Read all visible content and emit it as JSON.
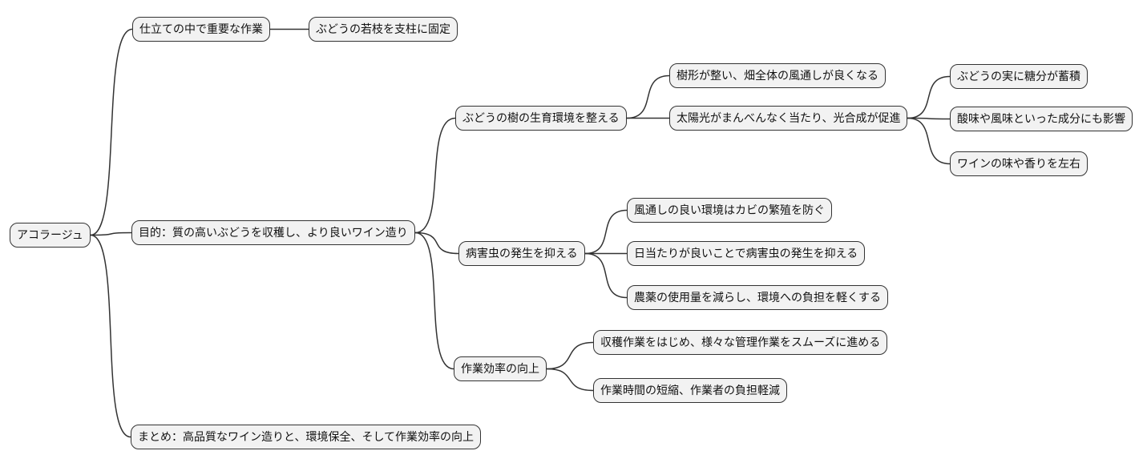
{
  "diagram": {
    "type": "mindmap",
    "background": "#ffffff",
    "node_fill": "#f2f2f2",
    "node_border": "#333333",
    "edge_color": "#333333",
    "nodes": [
      {
        "id": "n0",
        "label": "アコラージュ"
      },
      {
        "id": "n1",
        "label": "仕立ての中で重要な作業"
      },
      {
        "id": "n2",
        "label": "ぶどうの若枝を支柱に固定"
      },
      {
        "id": "n3",
        "label": "目的：質の高いぶどうを収穫し、より良いワイン造り"
      },
      {
        "id": "n4",
        "label": "ぶどうの樹の生育環境を整える"
      },
      {
        "id": "n5",
        "label": "樹形が整い、畑全体の風通しが良くなる"
      },
      {
        "id": "n6",
        "label": "太陽光がまんべんなく当たり、光合成が促進"
      },
      {
        "id": "n7",
        "label": "ぶどうの実に糖分が蓄積"
      },
      {
        "id": "n8",
        "label": "酸味や風味といった成分にも影響"
      },
      {
        "id": "n9",
        "label": "ワインの味や香りを左右"
      },
      {
        "id": "n10",
        "label": "病害虫の発生を抑える"
      },
      {
        "id": "n11",
        "label": "風通しの良い環境はカビの繁殖を防ぐ"
      },
      {
        "id": "n12",
        "label": "日当たりが良いことで病害虫の発生を抑える"
      },
      {
        "id": "n13",
        "label": "農薬の使用量を減らし、環境への負担を軽くする"
      },
      {
        "id": "n14",
        "label": "作業効率の向上"
      },
      {
        "id": "n15",
        "label": "収穫作業をはじめ、様々な管理作業をスムーズに進める"
      },
      {
        "id": "n16",
        "label": "作業時間の短縮、作業者の負担軽減"
      },
      {
        "id": "n17",
        "label": "まとめ：高品質なワイン造りと、環境保全、そして作業効率の向上"
      }
    ],
    "edges": [
      {
        "from": "n0",
        "to": "n1"
      },
      {
        "from": "n1",
        "to": "n2"
      },
      {
        "from": "n0",
        "to": "n3"
      },
      {
        "from": "n3",
        "to": "n4"
      },
      {
        "from": "n4",
        "to": "n5"
      },
      {
        "from": "n4",
        "to": "n6"
      },
      {
        "from": "n6",
        "to": "n7"
      },
      {
        "from": "n6",
        "to": "n8"
      },
      {
        "from": "n6",
        "to": "n9"
      },
      {
        "from": "n3",
        "to": "n10"
      },
      {
        "from": "n10",
        "to": "n11"
      },
      {
        "from": "n10",
        "to": "n12"
      },
      {
        "from": "n10",
        "to": "n13"
      },
      {
        "from": "n3",
        "to": "n14"
      },
      {
        "from": "n14",
        "to": "n15"
      },
      {
        "from": "n14",
        "to": "n16"
      },
      {
        "from": "n0",
        "to": "n17"
      }
    ]
  }
}
